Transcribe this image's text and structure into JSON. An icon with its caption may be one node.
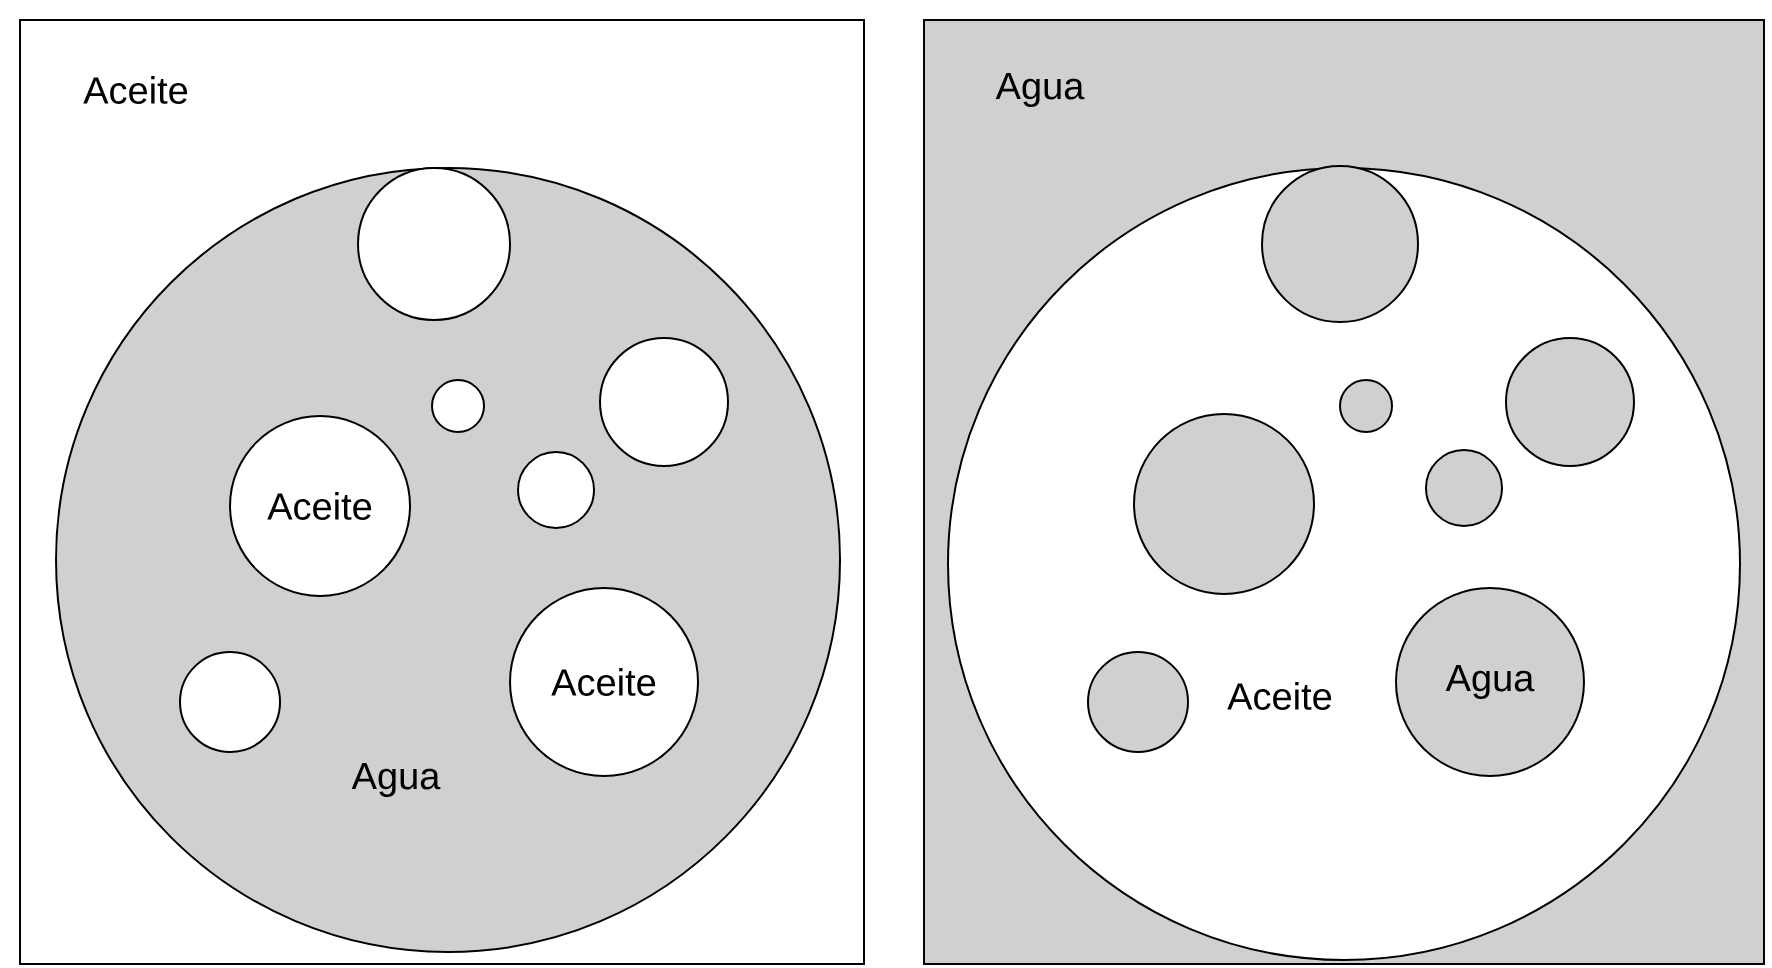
{
  "diagram": {
    "nodes": [
      {
        "text": [
          "Aceite"
        ]
      },
      {
        "text": [
          "Agua"
        ],
        "in": 0
      },
      {
        "text": [],
        "shape": "circle",
        "in": 1
      },
      {
        "text": [],
        "shape": "circle",
        "in": 1
      },
      {
        "text": [],
        "shape": "circle",
        "in": 1
      },
      {
        "text": [],
        "shape": "circle",
        "in": 1
      },
      {
        "text": [
          "Aceite"
        ],
        "in": 1
      },
      {
        "text": [
          "Aceite"
        ],
        "in": 1
      },
      {
        "text": [],
        "shape": "circle",
        "in": 1
      },
      {
        "text": [
          "Agua"
        ]
      },
      {
        "text": [
          "Aceite"
        ],
        "in": 9
      },
      {
        "text": [],
        "shape": "circle",
        "in": 10
      },
      {
        "text": [],
        "shape": "circle",
        "in": 10
      },
      {
        "text": [],
        "shape": "circle",
        "in": 10
      },
      {
        "text": [],
        "shape": "circle",
        "in": 10
      },
      {
        "text": [],
        "shape": "circle",
        "in": 10
      },
      {
        "text": [],
        "shape": "circle",
        "in": 10
      },
      {
        "text": [
          "Agua"
        ],
        "in": 10
      }
    ]
  }
}
